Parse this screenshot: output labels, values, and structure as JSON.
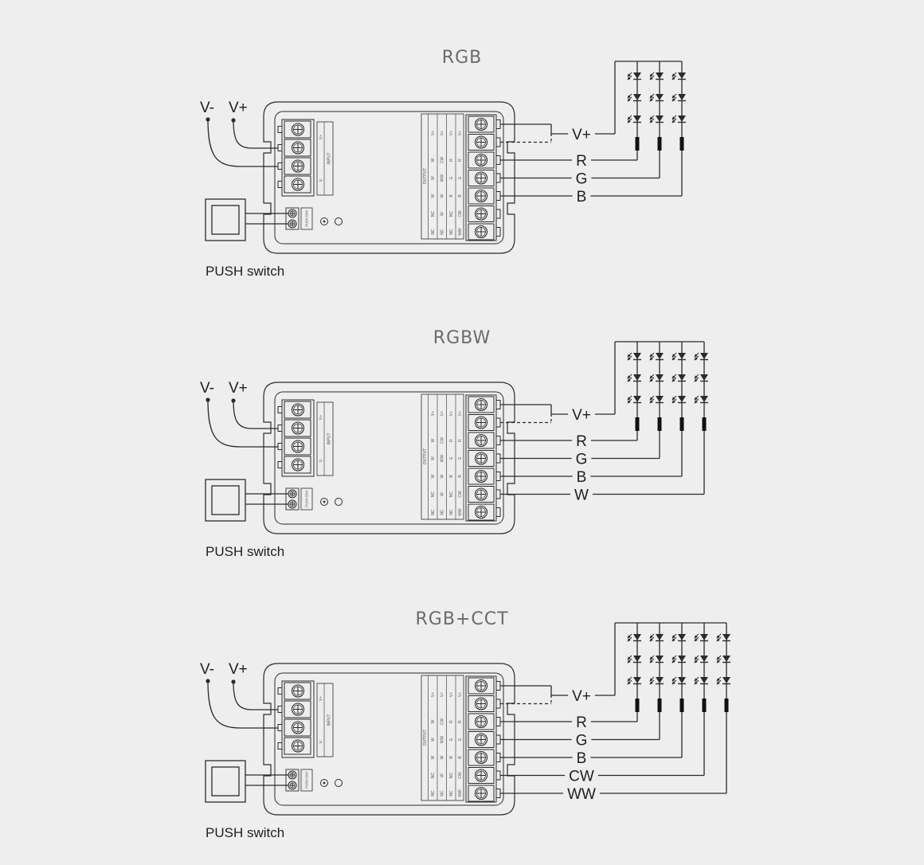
{
  "colors": {
    "background": "#eeeeee",
    "line": "#2b2b2b",
    "title": "#6b6b6b",
    "label": "#1f1f1f",
    "fine_print": "#555555",
    "resistor": "#111111"
  },
  "controller": {
    "input_strip": [
      "V+",
      "INPUT",
      "V-"
    ],
    "output_header": "OUTPUT",
    "output_table": [
      [
        "V+",
        "V+",
        "V+",
        "V+"
      ],
      [
        "W",
        "CW",
        "R",
        "R"
      ],
      [
        "W",
        "WW",
        "G",
        "G"
      ],
      [
        "W",
        "W",
        "B",
        "B"
      ],
      [
        "NC",
        "W",
        "NC",
        "CW"
      ],
      [
        "NC",
        "NC",
        "NC",
        "WW"
      ]
    ],
    "dimming_label": "PUSH DIM"
  },
  "sections": [
    {
      "title": "RGB",
      "supply_negative": "V-",
      "supply_positive": "V+",
      "switch_label": "PUSH switch",
      "common_output": "V+",
      "channels": [
        "R",
        "G",
        "B"
      ]
    },
    {
      "title": "RGBW",
      "supply_negative": "V-",
      "supply_positive": "V+",
      "switch_label": "PUSH switch",
      "common_output": "V+",
      "channels": [
        "R",
        "G",
        "B",
        "W"
      ]
    },
    {
      "title": "RGB+CCT",
      "supply_negative": "V-",
      "supply_positive": "V+",
      "switch_label": "PUSH switch",
      "common_output": "V+",
      "channels": [
        "R",
        "G",
        "B",
        "CW",
        "WW"
      ]
    }
  ]
}
